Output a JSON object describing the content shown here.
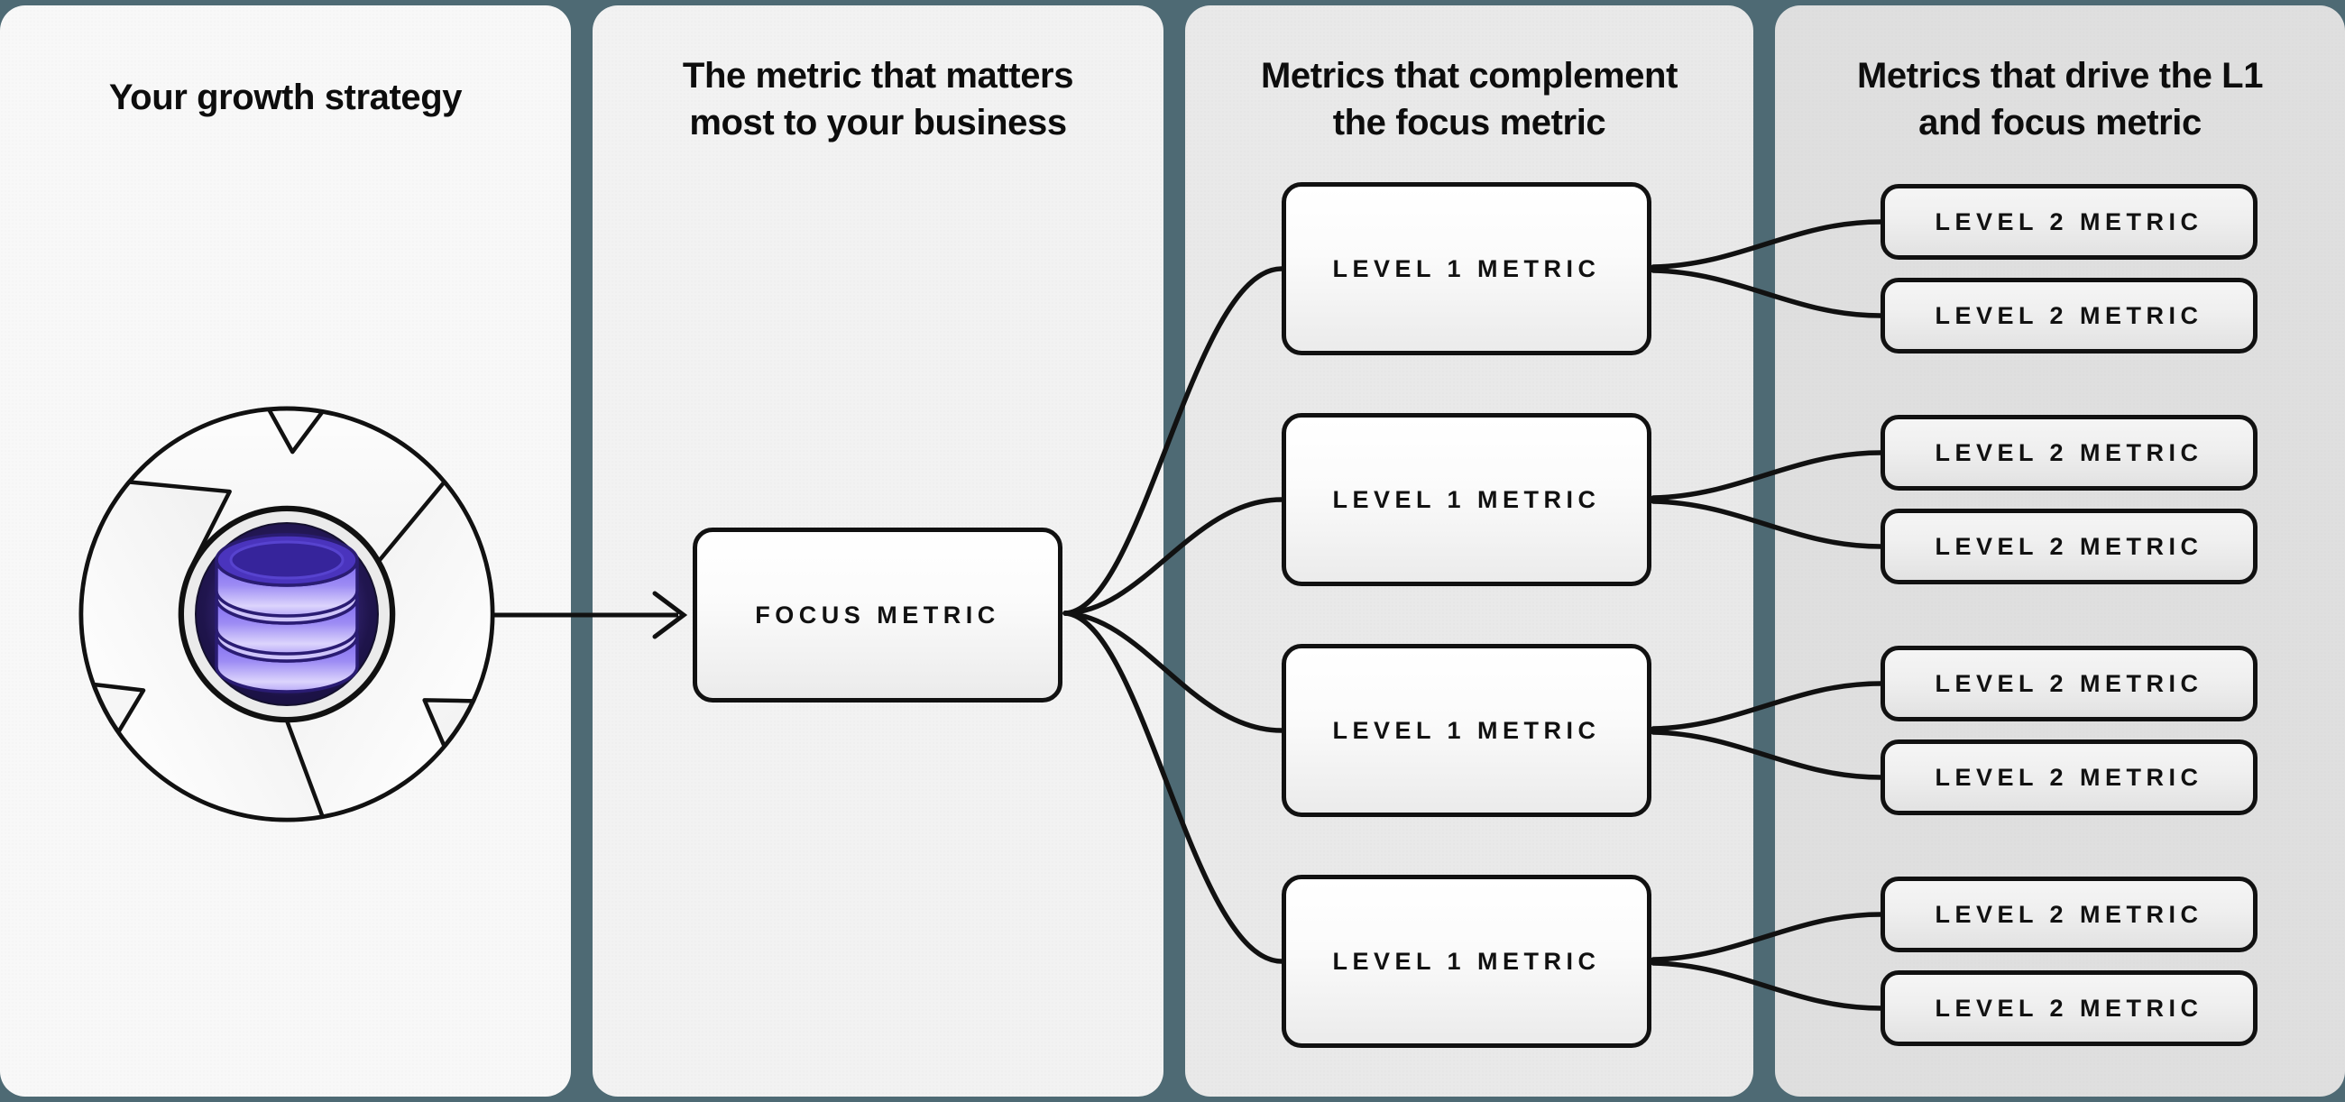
{
  "diagram": {
    "panels": [
      {
        "title": "Your growth strategy"
      },
      {
        "title": "The metric that matters\nmost to your business",
        "box_label": "FOCUS METRIC"
      },
      {
        "title": "Metrics that complement\nthe focus metric",
        "box_labels": [
          "LEVEL 1 METRIC",
          "LEVEL 1 METRIC",
          "LEVEL 1 METRIC",
          "LEVEL 1 METRIC"
        ]
      },
      {
        "title": "Metrics that drive the L1\nand focus metric",
        "box_labels": [
          "LEVEL 2 METRIC",
          "LEVEL 2 METRIC",
          "LEVEL 2 METRIC",
          "LEVEL 2 METRIC",
          "LEVEL 2 METRIC",
          "LEVEL 2 METRIC",
          "LEVEL 2 METRIC",
          "LEVEL 2 METRIC"
        ]
      }
    ],
    "icons": {
      "flywheel": "growth-flywheel-icon",
      "database": "database-icon"
    },
    "colors": {
      "background_teal": "#4e6a74",
      "panel_1": "#f8f8f8",
      "panel_2": "#f2f2f2",
      "panel_3": "#e9e9e9",
      "panel_4": "#dfdfdf",
      "line_black": "#111111",
      "db_purple": "#8d79f3",
      "db_center_dark": "#241856"
    }
  }
}
